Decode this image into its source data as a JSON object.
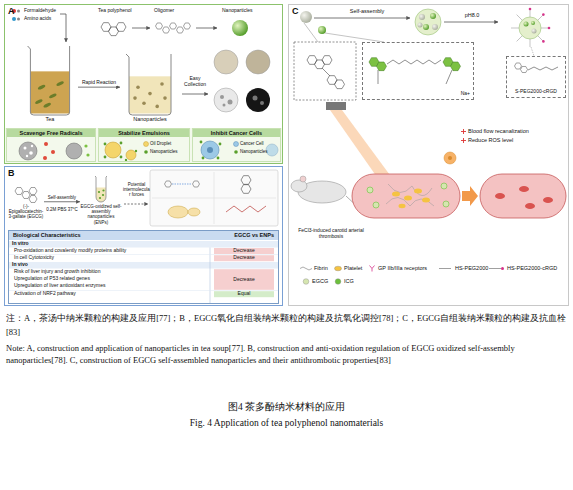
{
  "diagram": {
    "title": "图4 茶多酚纳米材料的应用",
    "caption": "注：A，茶汤中纳米颗粒的构建及应用[77]；B，EGCG氧化自组装纳米颗粒的构建及抗氧化调控[78]；C，EGCG自组装纳米颗粒的构建及抗血栓[83]",
    "nodes": [
      {
        "text": [
          "A"
        ]
      },
      {
        "text": [
          "Tea"
        ],
        "in": 0
      },
      {
        "text": [
          "Nanoparticles"
        ],
        "in": 0
      },
      {
        "text": [
          "Scavenge Free Radicals"
        ],
        "in": 0
      },
      {
        "text": [
          "Stabilize Emulsions"
        ],
        "in": 0
      },
      {
        "text": [
          "Inhibit Cancer Cells"
        ],
        "in": 0
      },
      {
        "text": [
          "B"
        ]
      },
      {
        "text": [
          "(-)-Epigallocatechin-3-gallate (EGCG)"
        ],
        "in": 6
      },
      {
        "text": [
          "EGCG-oxidized self-assembly nanoparticles (ENPs)"
        ],
        "in": 6
      },
      {
        "text": [
          "Biological Characteristics",
          "EGCG vs ENPs"
        ],
        "in": 6
      },
      {
        "text": [
          "C"
        ]
      },
      {
        "text": [
          "Na+"
        ],
        "in": 10
      },
      {
        "text": [
          "S-PEG2000-cRGD"
        ],
        "in": 10
      }
    ],
    "edges": [
      {
        "from": 1,
        "to": 2,
        "label": "Rapid Reaction",
        "arrow": "to"
      },
      {
        "from": 7,
        "to": 8,
        "label": "Self-assembly",
        "arrow": "to"
      }
    ],
    "labels": [
      "Formaldehyde",
      "Amino acids",
      "Tea polyphenol",
      "Oligomer",
      "Nanoparticles",
      "Easy Collection",
      "Oil Droplet",
      "Nanoparticles",
      "Cancer Cell",
      "Nanoparticles",
      "0.2M PBS 37°C",
      "Potential intermolecular forces",
      "In vitro",
      "Pro-oxidation and covalently modify proteins ability",
      "Decrease",
      "In cell Cytotoxicity",
      "Decrease",
      "In vivo",
      "Risk of liver injury and growth inhibition",
      "Upregulation of P53 related genes",
      "Upregulation of liver antioxidant enzymes",
      "Decrease",
      "Activation of NRF2 pathway",
      "Equal",
      "Self-assembly",
      "pH8.0",
      "Blood flow recanalization",
      "Reduce ROS level",
      "FeCl3-induced carotid arterial thrombosis",
      "Note: A, construction and application of nanoparticles in tea soup[77]. B, construction and anti-oxidation regulation of EGCG oxidized self-assembly nanoparticles[78]. C, construction of EGCG self-assembled nanoparticles and their antithrombotic properties[83]",
      "Fig. 4 Application of tea polyphenol nanomaterials"
    ],
    "legend": [
      {
        "text": "Fibrin"
      },
      {
        "text": "Platelet",
        "color": "#f5c342"
      },
      {
        "text": "GP IIb/IIIa receptors"
      },
      {
        "text": "HS-PEG2000"
      },
      {
        "text": "HS-PEG2000-cRGD"
      },
      {
        "text": "EGCG",
        "color": "#d6e6b0"
      },
      {
        "text": "ICG",
        "color": "#6cbf3c"
      }
    ]
  }
}
